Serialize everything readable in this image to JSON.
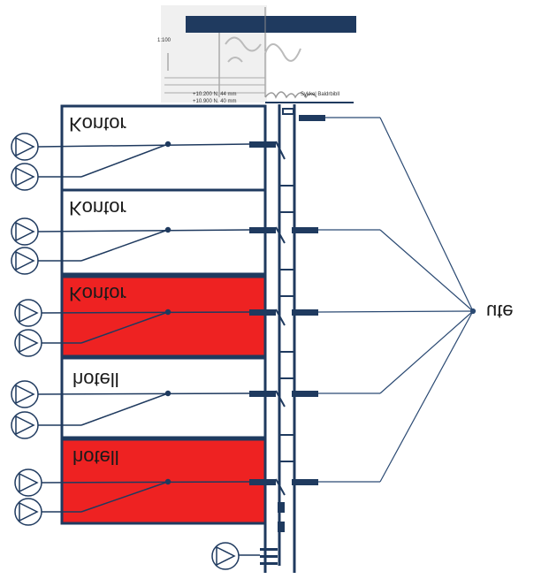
{
  "diagram": {
    "floors": [
      {
        "label": "Kontor",
        "highlight": false
      },
      {
        "label": "Kontor",
        "highlight": false
      },
      {
        "label": "Kontor",
        "highlight": true
      },
      {
        "label": "hotell",
        "highlight": false
      },
      {
        "label": "hotell",
        "highlight": true
      }
    ],
    "outlet_label": "ute",
    "top_detail": {
      "left_mark": "1:100",
      "right_note": "Sykkel Baldrbibll",
      "sub_note_1": "+10.200 N. 44 mm",
      "sub_note_2": "+10.900 N. 40 mm"
    },
    "colors": {
      "structure": "#1f3a5f",
      "highlight": "#ee2222",
      "line": "#2b4a73"
    }
  }
}
